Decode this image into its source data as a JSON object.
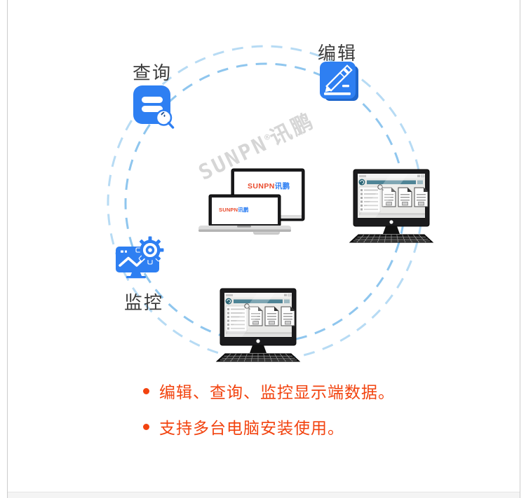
{
  "features": {
    "query": {
      "label": "查询"
    },
    "edit": {
      "label": "编辑"
    },
    "monitor": {
      "label": "监控"
    }
  },
  "watermark": {
    "brand": "SUNPN",
    "reg_mark": "®",
    "brand_cn": "讯鹏"
  },
  "computers": {
    "desktop_screen_logo": {
      "en": "SUNPN",
      "cn": "讯鹏"
    },
    "laptop_screen_logo": {
      "en": "SUNPN",
      "cn": "讯鹏"
    }
  },
  "bullets": {
    "items": [
      {
        "text": "编辑、查询、监控显示端数据。"
      },
      {
        "text": "支持多台电脑安装使用。"
      }
    ]
  },
  "colors": {
    "icon_blue": "#2e7ff2",
    "icon_blue_dark": "#1f66cc",
    "circle_outer": "#b7dbf4",
    "circle_inner": "#8fc6ee",
    "bullet_red": "#f2430f",
    "label_dark": "#3d3d3d",
    "watermark_gray": "#d6d6d6",
    "logo_red": "#e94b2d",
    "logo_blue": "#2e7ff2",
    "page_border": "#cccccc",
    "monitor_black": "#1b1b1d",
    "browser_teal": "#4e8496"
  }
}
